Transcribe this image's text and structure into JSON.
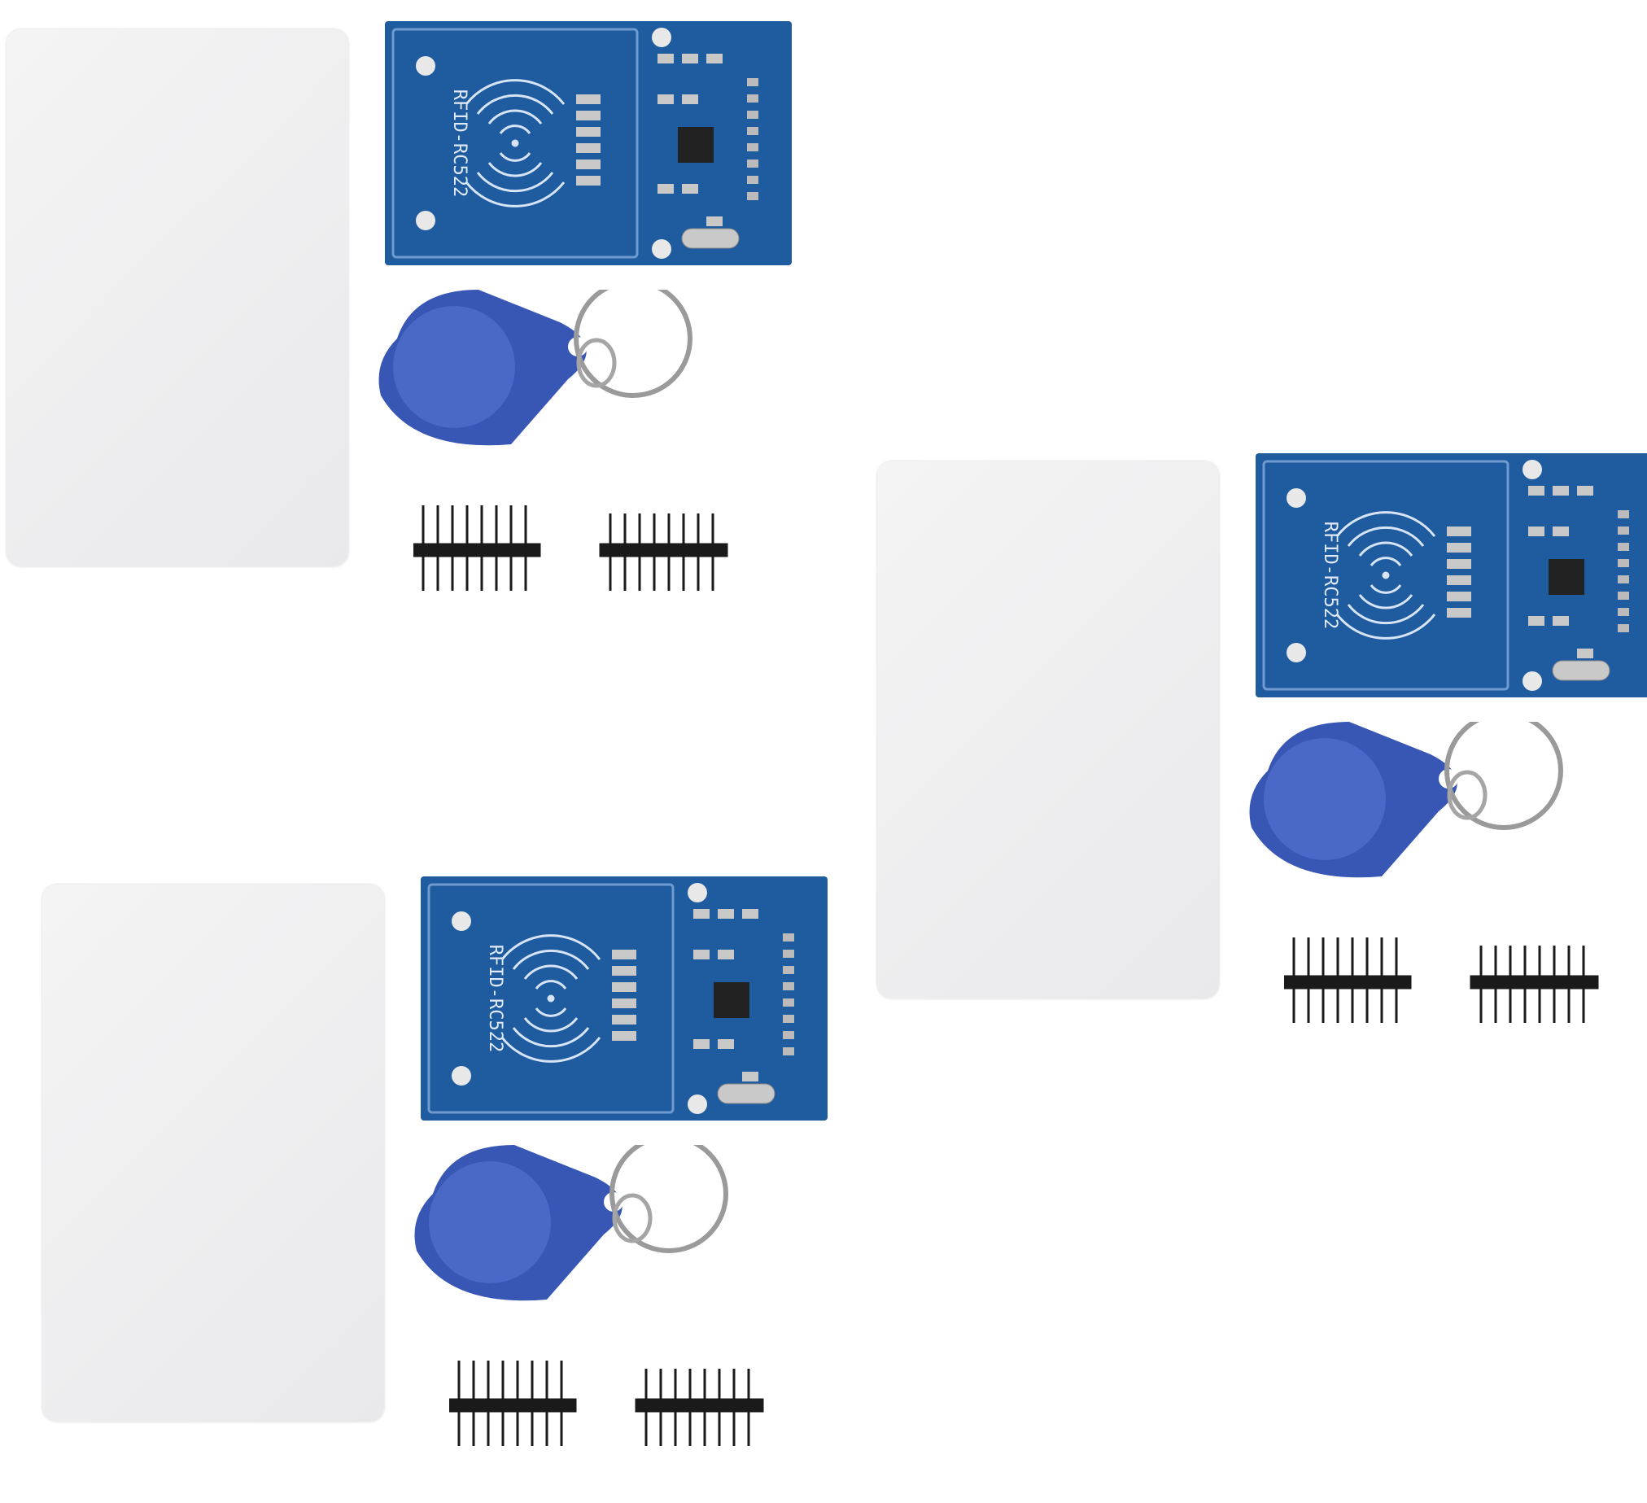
{
  "board_label": "RFID-RC522",
  "kits": [
    {
      "id": "top-left"
    },
    {
      "id": "right"
    },
    {
      "id": "bottom-left"
    }
  ],
  "colors": {
    "pcb": "#1e5a9e",
    "pcb_dark": "#174b86",
    "card": "#f1f1f3",
    "fob": "#3756b3",
    "pin_header": "#1a1a1a"
  }
}
